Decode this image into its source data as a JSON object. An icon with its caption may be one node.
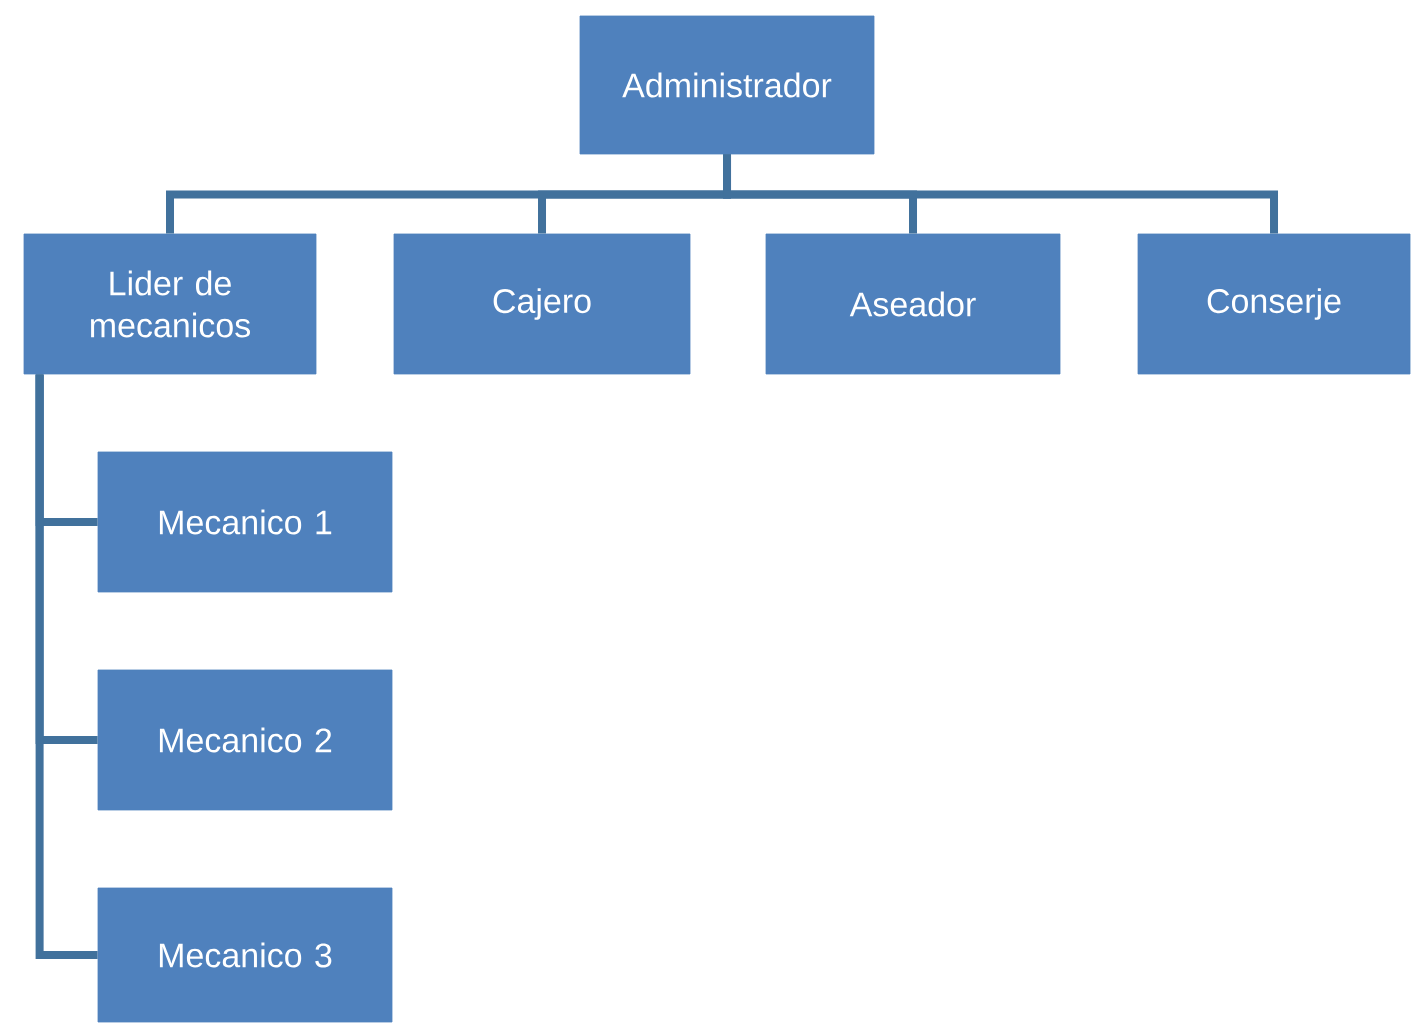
{
  "diagram": {
    "nodes": [
      {
        "text": [
          "Administrador"
        ]
      },
      {
        "text": [
          "Lider de mecanicos"
        ]
      },
      {
        "text": [
          "Cajero"
        ]
      },
      {
        "text": [
          "Aseador"
        ]
      },
      {
        "text": [
          "Conserje"
        ]
      },
      {
        "text": [
          "Mecanico 1"
        ]
      },
      {
        "text": [
          "Mecanico 2"
        ]
      },
      {
        "text": [
          "Mecanico 3"
        ]
      }
    ],
    "edges": [
      {
        "from": 0,
        "to": 1,
        "arrow": "none"
      },
      {
        "from": 0,
        "to": 2,
        "arrow": "none"
      },
      {
        "from": 0,
        "to": 3,
        "arrow": "none"
      },
      {
        "from": 0,
        "to": 4,
        "arrow": "none"
      },
      {
        "from": 1,
        "to": 5,
        "arrow": "none"
      },
      {
        "from": 1,
        "to": 6,
        "arrow": "none"
      },
      {
        "from": 1,
        "to": 7,
        "arrow": "none"
      }
    ]
  }
}
